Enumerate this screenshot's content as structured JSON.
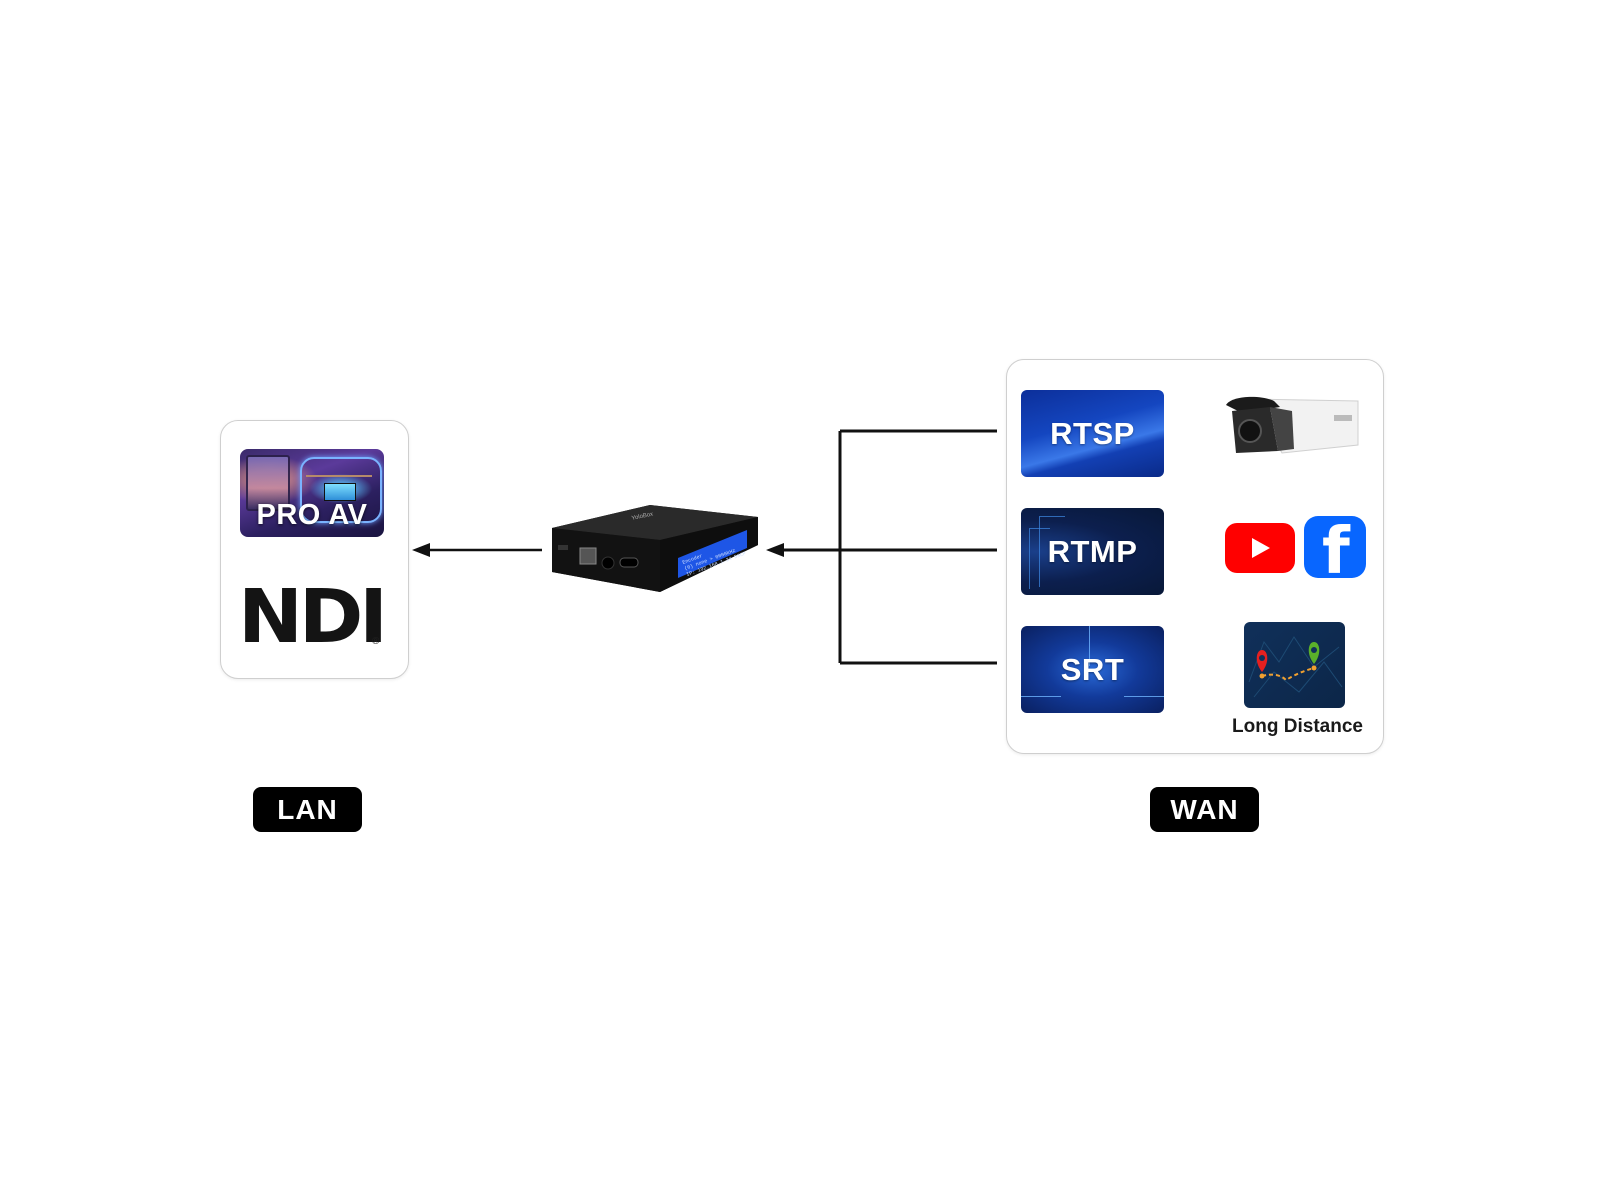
{
  "lan": {
    "badge": "LAN",
    "items": [
      {
        "label": "PRO AV",
        "icon": "pro-av-studio-image"
      },
      {
        "label": "NDI",
        "icon": "ndi-logo",
        "mark": "®"
      }
    ]
  },
  "device": {
    "name": "encoder-device",
    "brand": "YoloBox",
    "lcd_lines": [
      "Encoder",
      "(0) none > 0000kHz",
      "Stream",
      "IP: 192.168.1.24   DHCP"
    ]
  },
  "wan": {
    "badge": "WAN",
    "protocols": [
      {
        "label": "RTSP",
        "target": "ip-camera"
      },
      {
        "label": "RTMP",
        "target": "youtube-facebook"
      },
      {
        "label": "SRT",
        "target": "long-distance-map"
      }
    ],
    "long_distance_label": "Long Distance"
  },
  "colors": {
    "line": "#111111",
    "badge_bg": "#000000",
    "youtube_red": "#ff0000",
    "facebook_blue": "#0866ff",
    "lcd_blue": "#1e56e6"
  }
}
